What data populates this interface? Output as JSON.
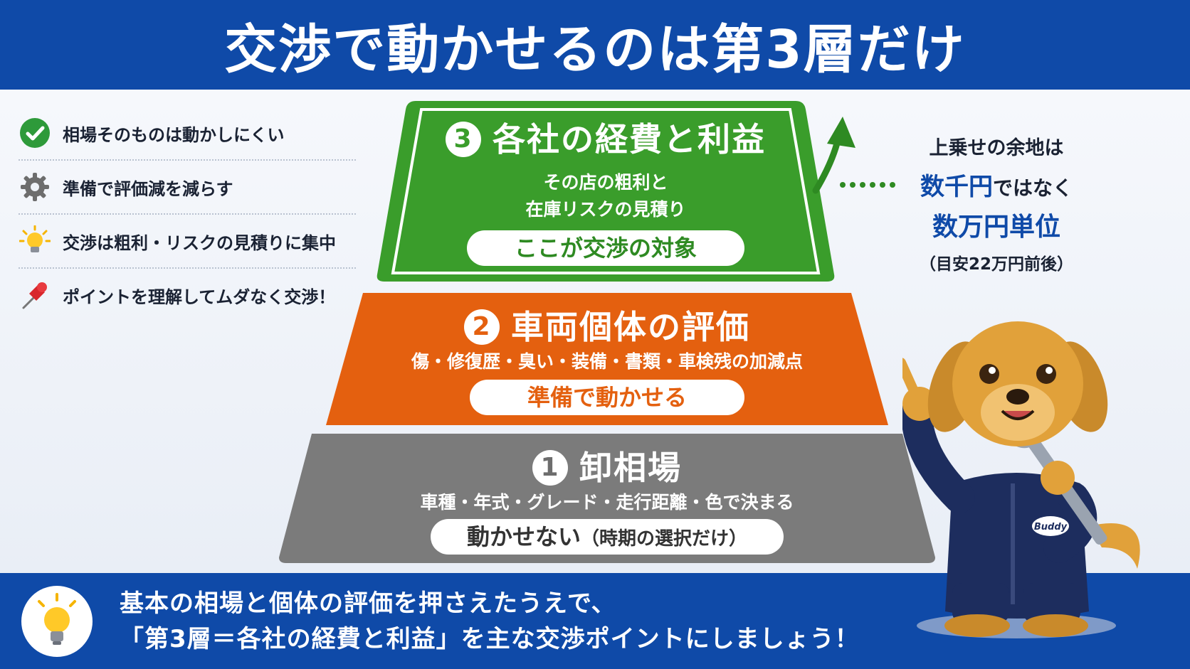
{
  "header": {
    "title": "交渉で動かせるのは第3層だけ"
  },
  "tips": [
    {
      "icon": "check-icon",
      "text": "相場そのものは動かしにくい"
    },
    {
      "icon": "gear-icon",
      "text": "準備で評価減を減らす"
    },
    {
      "icon": "lightbulb-icon",
      "text": "交渉は粗利・リスクの見積りに集中"
    },
    {
      "icon": "pushpin-icon",
      "text": "ポイントを理解してムダなく交渉！"
    }
  ],
  "tiers": {
    "tier3": {
      "number": "3",
      "title": "各社の経費と利益",
      "desc1": "その店の粗利と",
      "desc2": "在庫リスクの見積り",
      "pill": "ここが交渉の対象",
      "color": "#3a9d2b"
    },
    "tier2": {
      "number": "2",
      "title": "車両個体の評価",
      "desc": "傷・修復歴・臭い・装備・書類・車検残の加減点",
      "pill": "準備で動かせる",
      "color": "#e4600f"
    },
    "tier1": {
      "number": "1",
      "title": "卸相場",
      "desc": "車種・年式・グレード・走行距離・色で決まる",
      "pill_main": "動かせない",
      "pill_sub": "（時期の選択だけ）",
      "color": "#7b7b7b"
    }
  },
  "note": {
    "line1": "上乗せの余地は",
    "line2_em": "数千円",
    "line2_rest": "ではなく",
    "line3": "数万円単位",
    "line4": "（目安22万円前後）"
  },
  "footer": {
    "line1": "基本の相場と個体の評価を押さえたうえで、",
    "line2": "「第3層＝各社の経費と利益」を主な交渉ポイントにしましょう！"
  },
  "mascot": {
    "badge": "Buddy"
  },
  "colors": {
    "brand_blue": "#0f4aa8",
    "green": "#3a9d2b",
    "orange": "#e4600f",
    "gray": "#7b7b7b"
  }
}
